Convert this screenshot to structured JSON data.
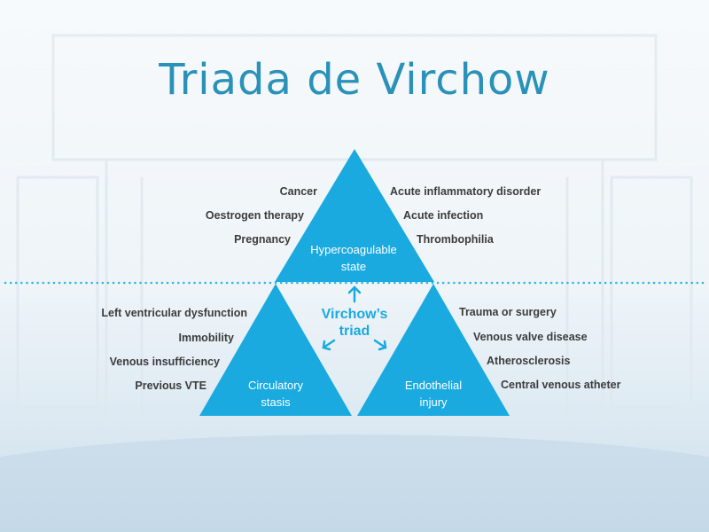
{
  "title": "Triada de Virchow",
  "colors": {
    "triangle": "#1aaae0",
    "title": "#2a92b8",
    "text": "#3c3c3c",
    "dots": "#29b6e8"
  },
  "top": {
    "inner": [
      "Hypercoagulable",
      "state"
    ],
    "left_labels": [
      "Cancer",
      "Oestrogen therapy",
      "Pregnancy"
    ],
    "right_labels": [
      "Acute inflammatory disorder",
      "Acute infection",
      "Thrombophilia"
    ]
  },
  "bottom_left": {
    "inner": [
      "Circulatory",
      "stasis"
    ],
    "labels": [
      "Left ventricular dysfunction",
      "Immobility",
      "Venous insufficiency",
      "Previous VTE"
    ]
  },
  "bottom_right": {
    "inner": [
      "Endothelial",
      "injury"
    ],
    "labels": [
      "Trauma or surgery",
      "Venous valve disease",
      "Atherosclerosis",
      "Central venous atheter"
    ]
  },
  "center": {
    "line1": "Virchow’s",
    "line2": "triad"
  }
}
